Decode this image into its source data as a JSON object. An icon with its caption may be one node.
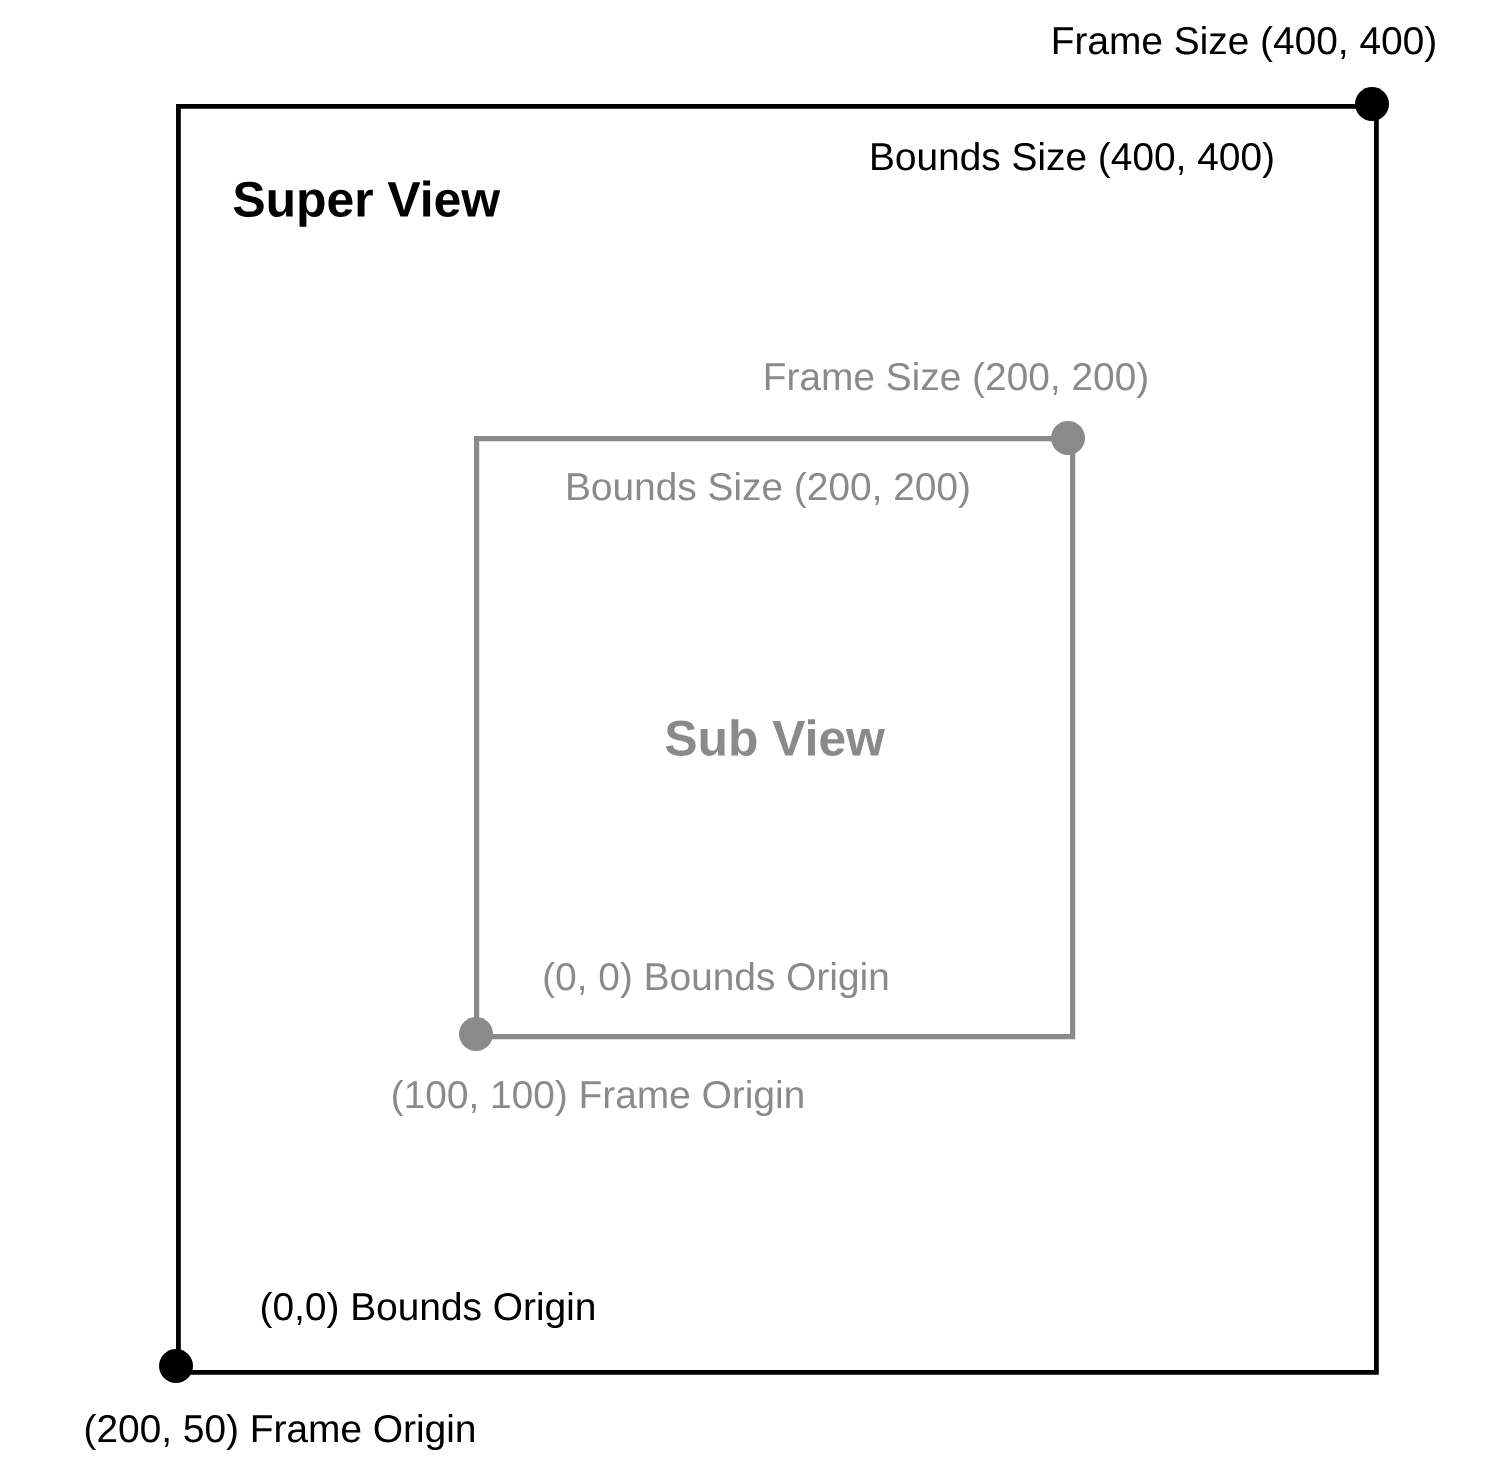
{
  "diagram": {
    "nodes": [
      {
        "text": [
          "Super View"
        ]
      },
      {
        "text": [
          "Sub View"
        ],
        "in": 0
      }
    ],
    "labels": [
      "Frame Size (400, 400)",
      "Bounds Size (400, 400)",
      "Frame Size (200, 200)",
      "Bounds Size (200, 200)",
      "(0, 0) Bounds Origin",
      "(100, 100) Frame Origin",
      "(0,0) Bounds Origin",
      "(200, 50) Frame Origin"
    ]
  }
}
